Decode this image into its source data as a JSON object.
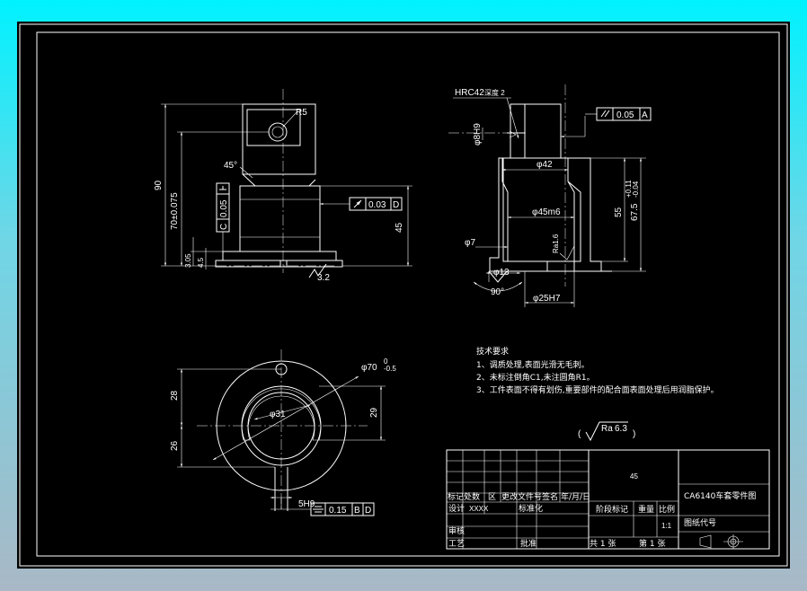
{
  "colors": {
    "screen_bg": "#000000",
    "frame_outer": "#00f2ff",
    "lines": "#ffffff"
  },
  "front_view": {
    "dim_height_total": "90",
    "dim_height_bore": "70±0.075",
    "dim_radius": "R5",
    "dim_chamfer_angle": "45°",
    "dim_base_height": "45",
    "dim_step_1": "3.05",
    "dim_step_2": "4.5",
    "runout_tolerance": "0.03",
    "runout_datum": "D",
    "perp_tolerance": "0.05",
    "perp_datum": "C",
    "surface_roughness": "3.2"
  },
  "section_view": {
    "hardness_note": "HRC42",
    "hardness_depth": "深度 2",
    "dim_pin_hole": "φ8H9",
    "parallel_tolerance": "0.05",
    "parallel_datum": "A",
    "dim_inner_top": "φ42",
    "dim_bore": "φ45m6",
    "dim_depth_55": "55",
    "dim_depth_675": "67.5",
    "dim_depth_675_upper": "+0.11",
    "dim_depth_675_lower": "-0.04",
    "roughness_inner": "Ra1.6",
    "dim_small_hole": "φ7",
    "dim_csk": "φ13",
    "csk_angle": "90°",
    "dim_base_bore": "φ25H7"
  },
  "top_view": {
    "dim_outer": "φ70",
    "dim_outer_upper": "0",
    "dim_outer_lower": "-0.5",
    "dim_inner": "φ31",
    "dim_28": "28",
    "dim_26": "26",
    "dim_29": "29",
    "dim_slot": "5H9",
    "sym_tolerance": "0.15",
    "sym_datum_1": "B",
    "sym_datum_2": "D"
  },
  "tech_requirements": {
    "heading": "技术要求",
    "items": [
      "1、调质处理,表面光滑无毛刺。",
      "2、未标注倒角C1,未注圆角R1。",
      "3、工件表面不得有划伤,重要部件的配合面表面处理后用润脂保护。"
    ]
  },
  "general_roughness": {
    "label": "Ra",
    "value": "6.3"
  },
  "title_block": {
    "material": "45",
    "part_name": "CA6140车套零件图",
    "drawing_no_label": "图纸代号",
    "rev_headers": [
      "标记",
      "处数",
      "区",
      "更改文件号",
      "签名",
      "年/月/日"
    ],
    "design_label": "设计",
    "design_value": "XXXX",
    "standard_label": "标准化",
    "stage_label": "阶段标记",
    "weight_label": "重量",
    "scale_label": "比例",
    "scale_value": "1:1",
    "review_label": "审核",
    "process_label": "工艺",
    "approve_label": "批准",
    "sheets_total": "共 1 张",
    "sheet_no": "第 1 张"
  }
}
